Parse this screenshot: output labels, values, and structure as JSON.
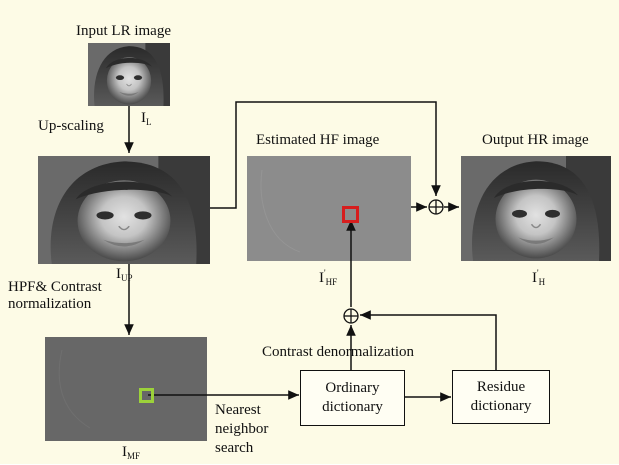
{
  "labels": {
    "input_lr_image": "Input LR image",
    "upscaling": "Up-scaling",
    "estimated_hf_image": "Estimated HF image",
    "output_hr_image": "Output HR image",
    "hpf_contrast": "HPF& Contrast\nnormalization",
    "contrast_denormalization": "Contrast denormalization",
    "nearest_neighbor_search": "Nearest\nneighbor\nsearch"
  },
  "symbols": {
    "i_l": {
      "base": "I",
      "sub": "L",
      "sup": ""
    },
    "i_up": {
      "base": "I",
      "sub": "UP",
      "sup": ""
    },
    "i_hf": {
      "base": "I",
      "sub": "HF",
      "sup": "'"
    },
    "i_h": {
      "base": "I",
      "sub": "H",
      "sup": "'"
    },
    "i_mf": {
      "base": "I",
      "sub": "MF",
      "sup": ""
    }
  },
  "boxes": {
    "ordinary_dictionary": "Ordinary\ndictionary",
    "residue_dictionary": "Residue\ndictionary"
  },
  "operators": {
    "adder": "⊕"
  },
  "colors": {
    "background": "#fdfbe6",
    "highlight_hf": "#d71e1e",
    "highlight_mf": "#9cd23a",
    "hf_gray": "#8c8c8c",
    "mf_gray": "#676767"
  }
}
